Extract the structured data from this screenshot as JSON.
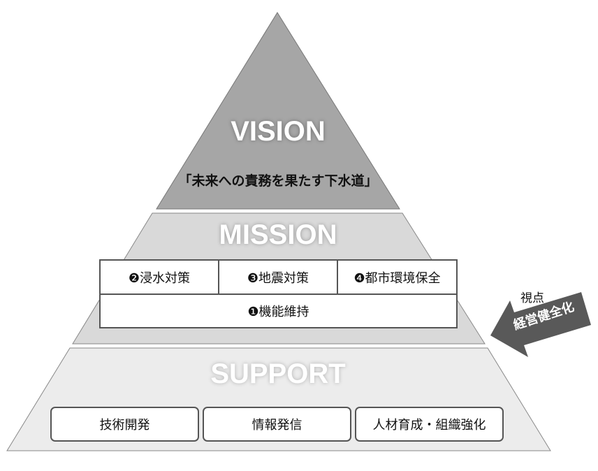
{
  "vision": {
    "title": "VISION",
    "subtitle": "「未来への責務を果たす下水道」"
  },
  "mission": {
    "title": "MISSION",
    "items": [
      {
        "label": "❷浸水対策"
      },
      {
        "label": "❸地震対策"
      },
      {
        "label": "❹都市環境保全"
      },
      {
        "label": "❶機能維持"
      }
    ]
  },
  "support": {
    "title": "SUPPORT",
    "items": [
      {
        "label": "技術開発"
      },
      {
        "label": "情報発信"
      },
      {
        "label": "人材育成・組織強化"
      }
    ]
  },
  "viewpoint": {
    "label": "視点",
    "arrow_text": "経営健全化"
  },
  "colors": {
    "vision_fill": "#a6a6a6",
    "mission_fill": "#d9d9d9",
    "mission_lower_fill": "#c8c8c8",
    "support_fill": "#ececec",
    "arrow_fill": "#595959",
    "outline": "#666666"
  }
}
